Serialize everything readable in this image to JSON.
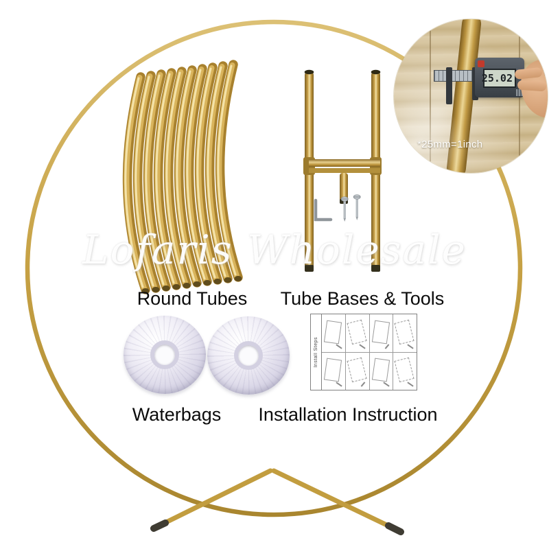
{
  "watermark": {
    "text": "Lofaris Wholesale"
  },
  "sections": {
    "round_tubes": {
      "label": "Round Tubes"
    },
    "tube_bases_tools": {
      "label": "Tube Bases &  Tools"
    },
    "waterbags": {
      "label": "Waterbags"
    },
    "installation": {
      "label": "Installation Instruction"
    }
  },
  "inset": {
    "caption": "*25mm=1inch",
    "caliper_reading": "25.02"
  },
  "instruction_sheet": {
    "side_label": "Install Steps"
  },
  "colors": {
    "gold": "#c6a144",
    "background": "#ffffff",
    "waterbag": "#dbd8e8"
  }
}
